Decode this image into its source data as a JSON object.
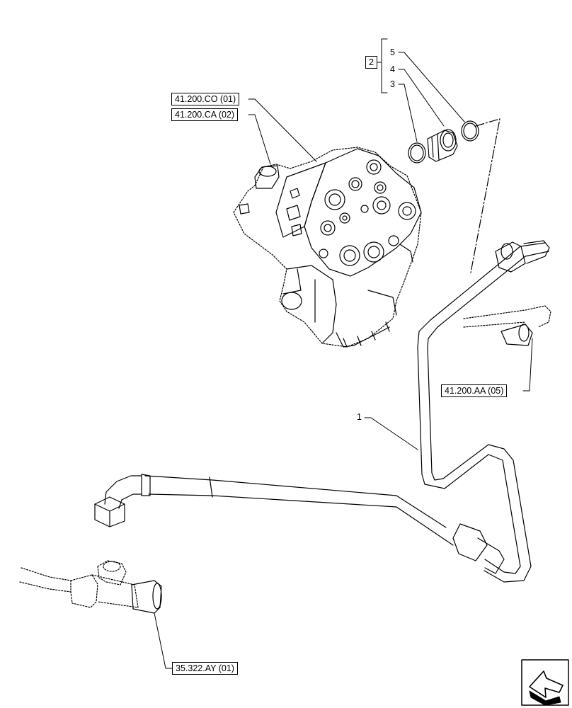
{
  "references": {
    "ref_co": "41.200.CO (01)",
    "ref_ca": "41.200.CA (02)",
    "ref_aa": "41.200.AA (05)",
    "ref_ay": "35.322.AY (01)"
  },
  "callouts": {
    "group": "2",
    "item5": "5",
    "item4": "4",
    "item3": "3",
    "item1": "1"
  },
  "icons": {
    "nav": "next-page-arrow-icon"
  },
  "colors": {
    "line": "#000000",
    "background": "#ffffff"
  }
}
